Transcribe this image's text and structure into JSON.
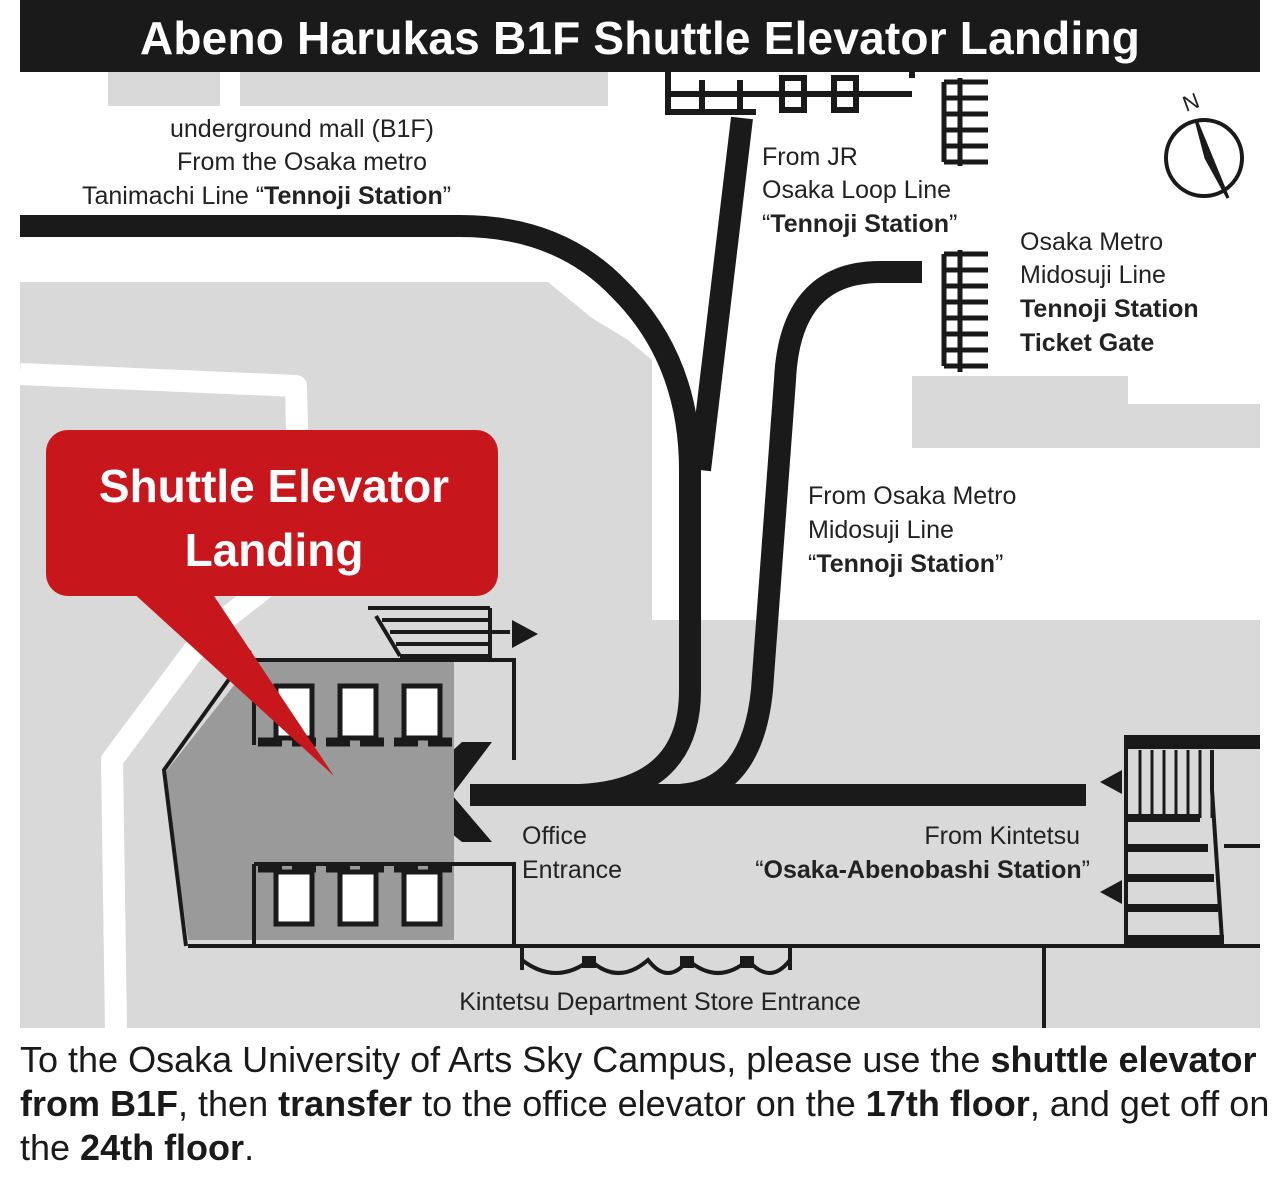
{
  "title": "Abeno Harukas B1F Shuttle Elevator Landing",
  "compass": {
    "label": "N",
    "icon": "north-arrow-icon"
  },
  "labels": {
    "underground_mall": [
      "underground mall (B1F)",
      "From the Osaka metro",
      "Tanimachi Line  “",
      "Tennoji Station",
      "”"
    ],
    "jr_loop": [
      "From JR",
      "Osaka Loop Line",
      "“",
      "Tennoji Station",
      "”"
    ],
    "midosuji_gate": [
      "Osaka Metro",
      "Midosuji Line",
      "Tennoji Station",
      "Ticket Gate"
    ],
    "midosuji_from": [
      "From Osaka Metro",
      "Midosuji Line",
      "“",
      "Tennoji Station",
      "”"
    ],
    "office_entrance": [
      "Office",
      "Entrance"
    ],
    "kintetsu_from": [
      "From Kintetsu",
      "“",
      "Osaka-Abenobashi Station",
      "”"
    ],
    "dept_store": "Kintetsu Department Store Entrance"
  },
  "callout": {
    "line1": "Shuttle Elevator",
    "line2": "Landing"
  },
  "caption": {
    "p1": "To the Osaka University of Arts Sky Campus, please use the ",
    "b1": "shuttle elevator from B1F",
    "p2": ", then ",
    "b2": "transfer",
    "p3": " to the office elevator on the ",
    "b3": "17th floor",
    "p4": ", and get off on the ",
    "b4": "24th floor",
    "p5": "."
  },
  "colors": {
    "callout_red": "#c8161d",
    "route_black": "#1a1a1a",
    "area_gray": "#d9d9d9",
    "hall_gray": "#9a9a9a"
  }
}
